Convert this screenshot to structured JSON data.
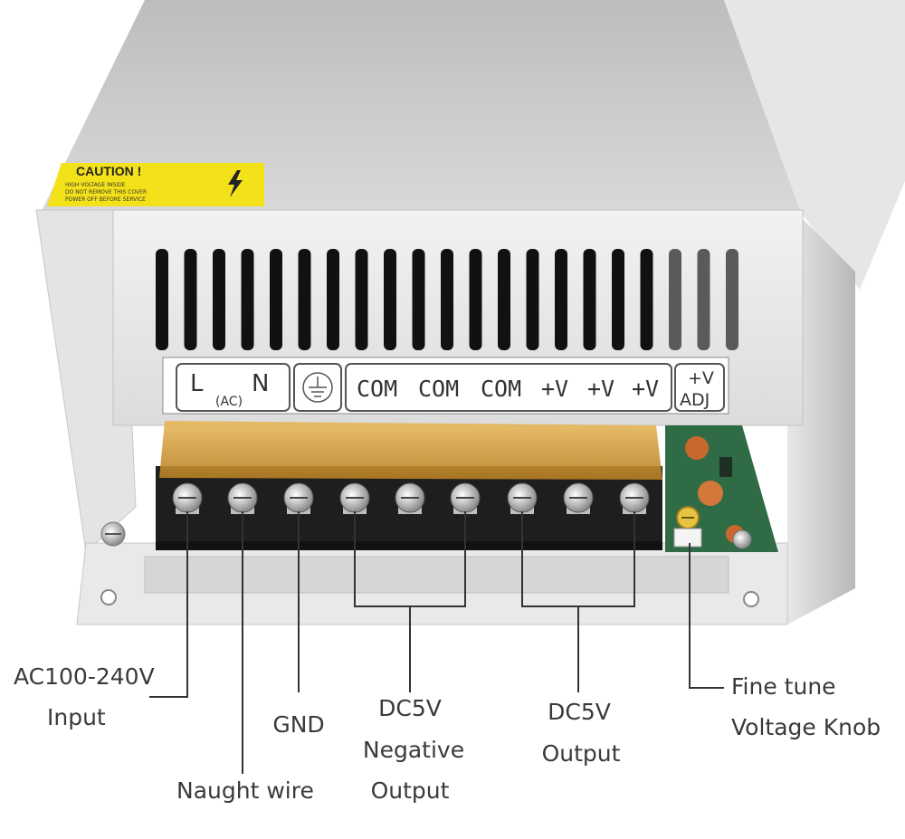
{
  "device": {
    "caution_title": "CAUTION !",
    "caution_lines": [
      "HIGH VOLTAGE INSIDE",
      "DO NOT REMOVE THIS COVER",
      "POWER OFF BEFORE SERVICE"
    ],
    "terminals": [
      {
        "label": "L",
        "sub": "(AC)"
      },
      {
        "label": "N",
        "sub": ""
      },
      {
        "label": "ground",
        "sub": ""
      },
      {
        "label": "COM",
        "sub": ""
      },
      {
        "label": "COM",
        "sub": ""
      },
      {
        "label": "COM",
        "sub": ""
      },
      {
        "label": "+V",
        "sub": ""
      },
      {
        "label": "+V",
        "sub": ""
      },
      {
        "label": "+V",
        "sub": ""
      }
    ],
    "adj_label_top": "+V",
    "adj_label_bottom": "ADJ"
  },
  "annotations": {
    "ac_input_line1": "AC100-240V",
    "ac_input_line2": "Input",
    "naught_wire": "Naught wire",
    "gnd": "GND",
    "neg_line1": "DC5V",
    "neg_line2": "Negative",
    "neg_line3": "Output",
    "pos_line1": "DC5V",
    "pos_line2": "Output",
    "knob_line1": "Fine tune",
    "knob_line2": "Voltage Knob"
  },
  "colors": {
    "caution_yellow": "#f3e21a",
    "terminal_cover": "#d9a43c",
    "pcb_green": "#2f6b45",
    "case_silver": "#d4d4d4"
  }
}
